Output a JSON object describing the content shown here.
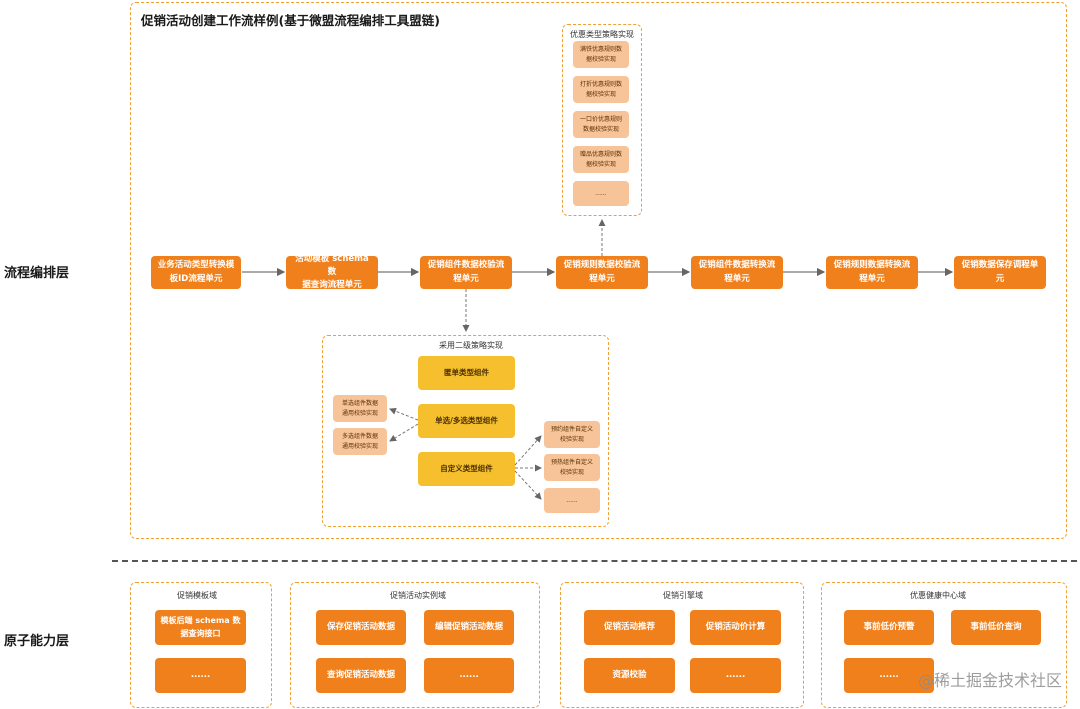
{
  "layers": {
    "orchestration": "流程编排层",
    "atomic": "原子能力层"
  },
  "main_title": "促销活动创建工作流样例(基于微盟流程编排工具盟链)",
  "flow_nodes": [
    "业务活动类型转换模\n板ID流程单元",
    "活动模板 schema 数\n据查询流程单元",
    "促销组件数据校验流\n程单元",
    "促销规则数据校验流\n程单元",
    "促销组件数据转换流\n程单元",
    "促销规则数据转换流\n程单元",
    "促销数据保存调程单\n元"
  ],
  "discount_strategy": {
    "title": "优惠类型策略实现",
    "items": [
      "满铁优惠规则数\n据校验实现",
      "打折优惠规则数\n据校验实现",
      "一口价优惠规则\n数据校验实现",
      "赠品优惠规则数\n据校验实现",
      "......"
    ]
  },
  "second_level": {
    "title": "采用二级策略实现",
    "components": [
      "匿单类型组件",
      "单选/多选类型组件",
      "自定义类型组件"
    ],
    "left_impls": [
      "单选组件数据\n通用校验实现",
      "多选组件数据\n通用校验实现"
    ],
    "right_impls": [
      "预约组件自定义\n校验实现",
      "预热组件自定义\n校验实现",
      "......"
    ]
  },
  "domains": [
    {
      "title": "促销模板域",
      "items": [
        "模板后端 schema 数\n据查询接口",
        "......"
      ]
    },
    {
      "title": "促销活动实例域",
      "items": [
        "保存促销活动数据",
        "编辑促销活动数据",
        "查询促销活动数据",
        "......"
      ]
    },
    {
      "title": "促销引擎域",
      "items": [
        "促销活动推荐",
        "促销活动价计算",
        "资源校验",
        "......"
      ]
    },
    {
      "title": "优惠健康中心域",
      "items": [
        "事前低价预警",
        "事前低价查询",
        "......"
      ]
    }
  ],
  "watermark": "@稀土掘金技术社区",
  "colors": {
    "orange": "#f0801c",
    "yellow": "#f5bf2e",
    "peach": "#f7c49a",
    "dashed_border": "#f0a030"
  }
}
